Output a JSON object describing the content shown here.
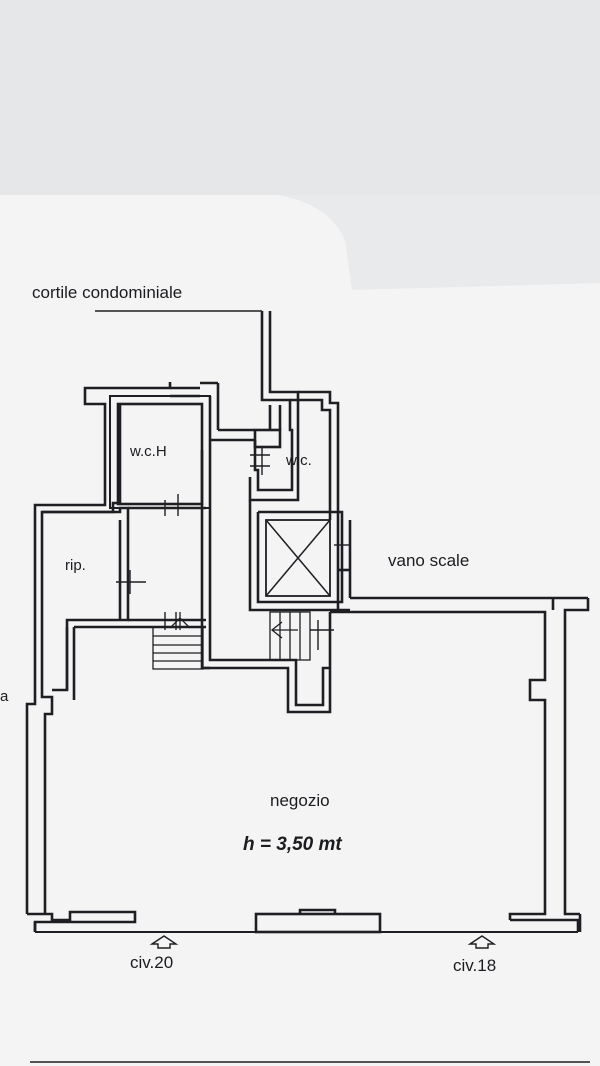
{
  "labels": {
    "courtyard": "cortile condominiale",
    "wc_h": "w.c.H",
    "wc": "w.c.",
    "storage": "rip.",
    "stairwell": "vano scale",
    "shop": "negozio",
    "height": "h = 3,50 mt",
    "entrance_left": "civ.20",
    "entrance_right": "civ.18",
    "edge_left": "a"
  },
  "colors": {
    "paper": "#f4f4f5",
    "background": "#e9eaec",
    "wall": "#1e1f23",
    "line": "#2a2b30"
  }
}
